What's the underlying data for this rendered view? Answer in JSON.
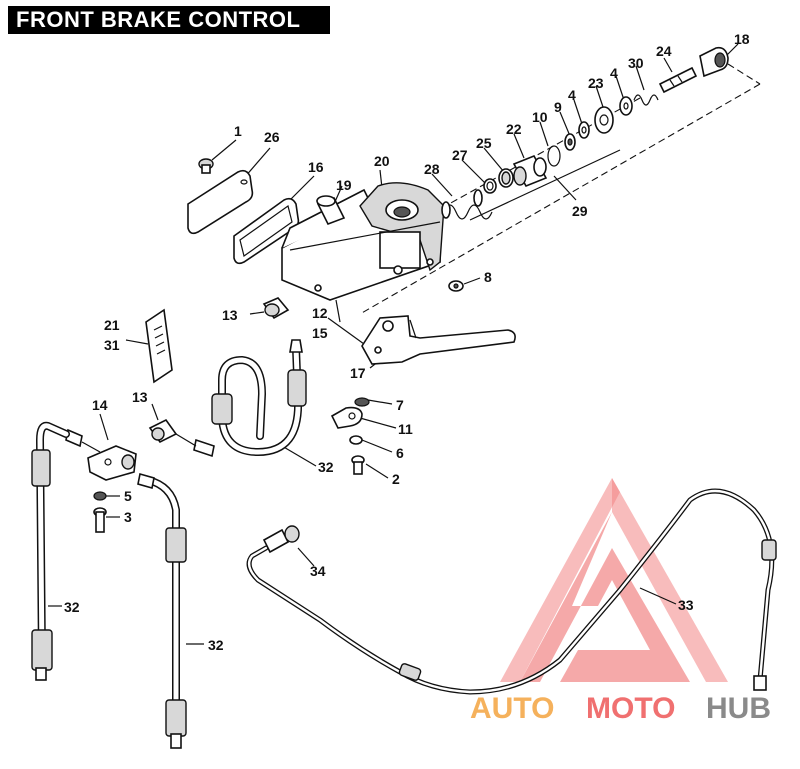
{
  "title": "FRONT BRAKE CONTROL",
  "callouts": {
    "c1": "1",
    "c2": "2",
    "c3": "3",
    "c4a": "4",
    "c4b": "4",
    "c5": "5",
    "c6": "6",
    "c7": "7",
    "c8": "8",
    "c9": "9",
    "c10": "10",
    "c11": "11",
    "c12": "12",
    "c13a": "13",
    "c13b": "13",
    "c14": "14",
    "c15": "15",
    "c16": "16",
    "c17": "17",
    "c18": "18",
    "c19": "19",
    "c20": "20",
    "c21": "21",
    "c31": "31",
    "c22": "22",
    "c23": "23",
    "c24": "24",
    "c25": "25",
    "c26": "26",
    "c27": "27",
    "c28": "28",
    "c29": "29",
    "c30": "30",
    "c32a": "32",
    "c32b": "32",
    "c32c": "32",
    "c33": "33",
    "c34": "34"
  },
  "watermark": {
    "word_a": "AUTO",
    "word_b": "MOTO",
    "word_c": "HUB",
    "color_orange": "#f5b15c",
    "color_red": "#f07070",
    "color_gray": "#8a8a8a"
  }
}
